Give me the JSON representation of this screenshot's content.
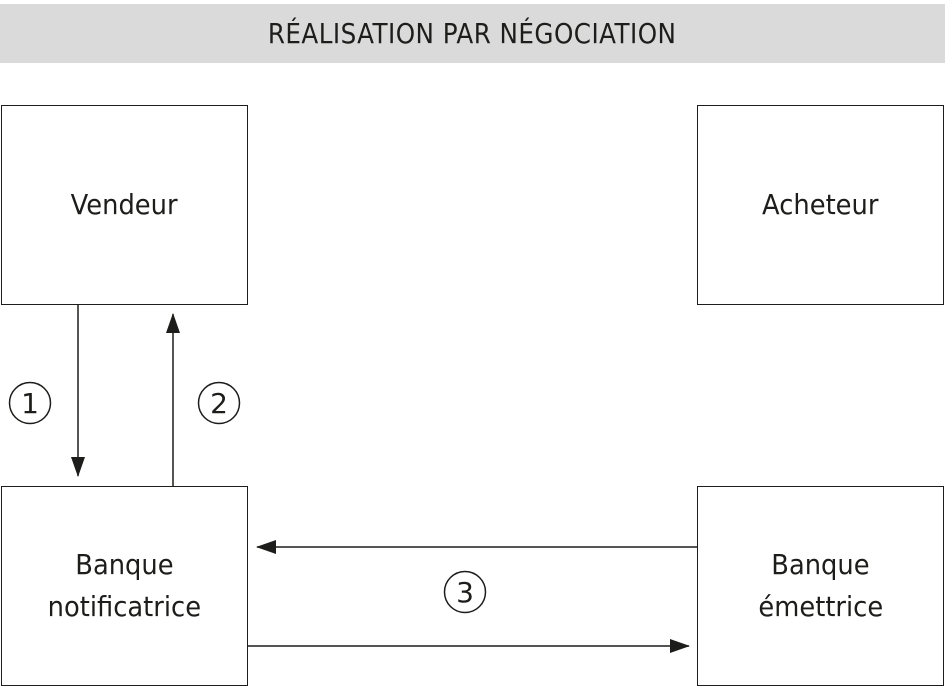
{
  "title": "RÉALISATION PAR NÉGOCIATION",
  "nodes": {
    "vendeur": {
      "lines": [
        "Vendeur"
      ]
    },
    "acheteur": {
      "lines": [
        "Acheteur"
      ]
    },
    "banque_notificatrice": {
      "lines": [
        "Banque",
        "notificatrice"
      ]
    },
    "banque_emettrice": {
      "lines": [
        "Banque",
        "émettrice"
      ]
    }
  },
  "steps": [
    {
      "number": "1",
      "from": "vendeur",
      "to": "banque_notificatrice"
    },
    {
      "number": "2",
      "from": "banque_notificatrice",
      "to": "vendeur"
    },
    {
      "number": "3",
      "between": [
        "banque_emettrice",
        "banque_notificatrice"
      ],
      "bidirectional": true
    }
  ],
  "colors": {
    "header_background": "#dadada",
    "stroke": "#1d1d1b",
    "text": "#1d1d1b"
  }
}
